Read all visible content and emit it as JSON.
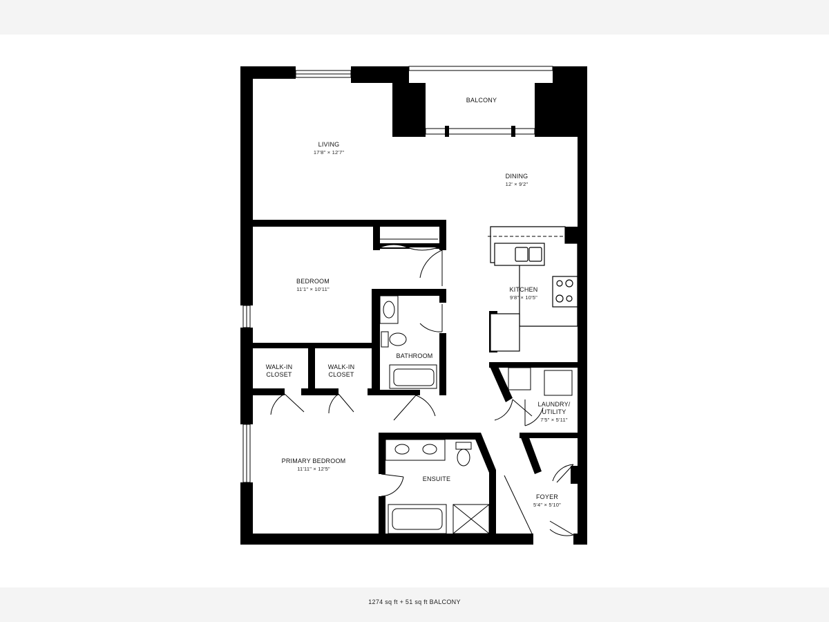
{
  "rooms": {
    "balcony": {
      "name": "BALCONY"
    },
    "living": {
      "name": "LIVING",
      "dim": "17'8\" × 12'7\""
    },
    "dining": {
      "name": "DINING",
      "dim": "12' × 9'2\""
    },
    "bedroom": {
      "name": "BEDROOM",
      "dim": "11'1\" × 10'11\""
    },
    "kitchen": {
      "name": "KITCHEN",
      "dim": "9'8\" × 10'5\""
    },
    "bathroom": {
      "name": "BATHROOM"
    },
    "walkin1": {
      "name": "WALK-IN",
      "name2": "CLOSET"
    },
    "walkin2": {
      "name": "WALK-IN",
      "name2": "CLOSET"
    },
    "laundry": {
      "name": "LAUNDRY/",
      "name2": "UTILITY",
      "dim": "7'5\" × 5'11\""
    },
    "primary": {
      "name": "PRIMARY BEDROOM",
      "dim": "11'11\" × 12'5\""
    },
    "ensuite": {
      "name": "ENSUITE"
    },
    "foyer": {
      "name": "FOYER",
      "dim": "5'4\" × 5'10\""
    }
  },
  "footer": {
    "area": "1274 sq ft + 51 sq ft BALCONY"
  },
  "colors": {
    "wall": "#000000",
    "fixture": "#333333",
    "background": "#ffffff",
    "page": "#f4f4f4"
  }
}
